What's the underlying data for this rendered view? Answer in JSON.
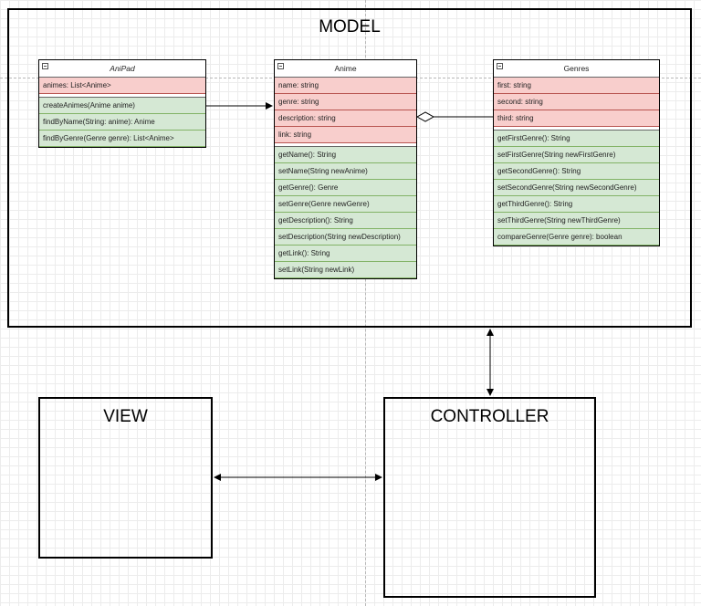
{
  "packages": {
    "model": "MODEL",
    "view": "VIEW",
    "controller": "CONTROLLER"
  },
  "classes": {
    "anipad": {
      "name": "AniPad",
      "attributes": [
        "animes: List<Anime>"
      ],
      "methods": [
        "createAnimes(Anime anime)",
        "findByName(String: anime): Anime",
        "findByGenre(Genre genre): List<Anime>"
      ]
    },
    "anime": {
      "name": "Anime",
      "attributes": [
        "name: string",
        "genre: string",
        "description: string",
        "link: string"
      ],
      "methods": [
        "getName(): String",
        "setName(String newAnime)",
        "getGenre(): Genre",
        "setGenre(Genre newGenre)",
        "getDescription(): String",
        "setDescription(String newDescription)",
        "getLink(): String",
        "setLink(String newLink)"
      ]
    },
    "genres": {
      "name": "Genres",
      "attributes": [
        "first: string",
        "second: string",
        "third: string"
      ],
      "methods": [
        "getFirstGenre(): String",
        "setFirstGenre(String newFirstGenre)",
        "getSecondGenre(): String",
        "setSecondGenre(String newSecondGenre)",
        "getThirdGenre(): String",
        "setThirdGenre(String newThirdGenre)",
        "compareGenre(Genre genre): boolean"
      ]
    }
  },
  "colors": {
    "attribute_fill": "#f8cecc",
    "attribute_border": "#b85450",
    "method_fill": "#d5e8d4",
    "method_border": "#82b366"
  }
}
